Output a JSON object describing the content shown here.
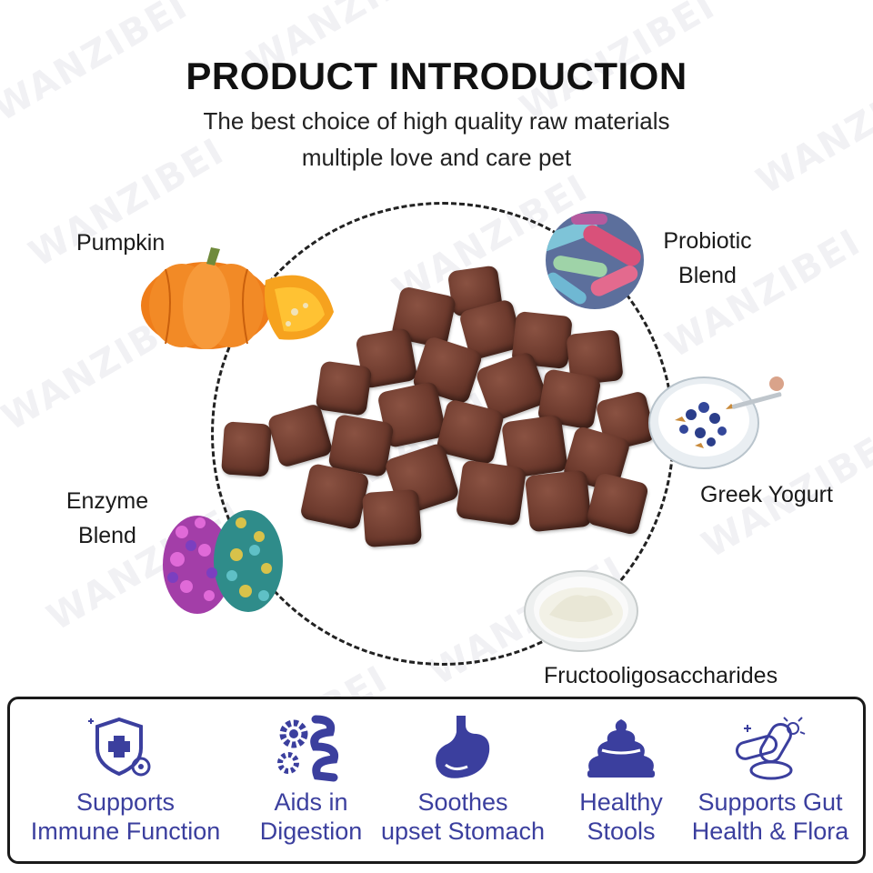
{
  "header": {
    "title": "PRODUCT INTRODUCTION",
    "subtitle_line1": "The best choice of high quality raw materials",
    "subtitle_line2": "multiple love and care pet"
  },
  "ingredients": {
    "pumpkin": "Pumpkin",
    "probiotic_line1": "Probiotic",
    "probiotic_line2": "Blend",
    "greek_yogurt": "Greek Yogurt",
    "enzyme_line1": "Enzyme",
    "enzyme_line2": "Blend",
    "fos": "Fructooligosaccharides"
  },
  "benefits": [
    {
      "line1": "Supports",
      "line2": "Immune Function",
      "icon": "immune-shield-icon"
    },
    {
      "line1": "Aids in",
      "line2": "Digestion",
      "icon": "digestion-gears-icon"
    },
    {
      "line1": "Soothes",
      "line2": "upset Stomach",
      "icon": "stomach-icon"
    },
    {
      "line1": "Healthy",
      "line2": "Stools",
      "icon": "stool-icon"
    },
    {
      "line1": "Supports Gut",
      "line2": "Health & Flora",
      "icon": "gut-flora-icon"
    }
  ],
  "watermark": "WANZIBEI",
  "colors": {
    "benefit_text": "#3b3f9e",
    "treat": "#6e3b2e",
    "pumpkin": "#ef7d1a"
  }
}
